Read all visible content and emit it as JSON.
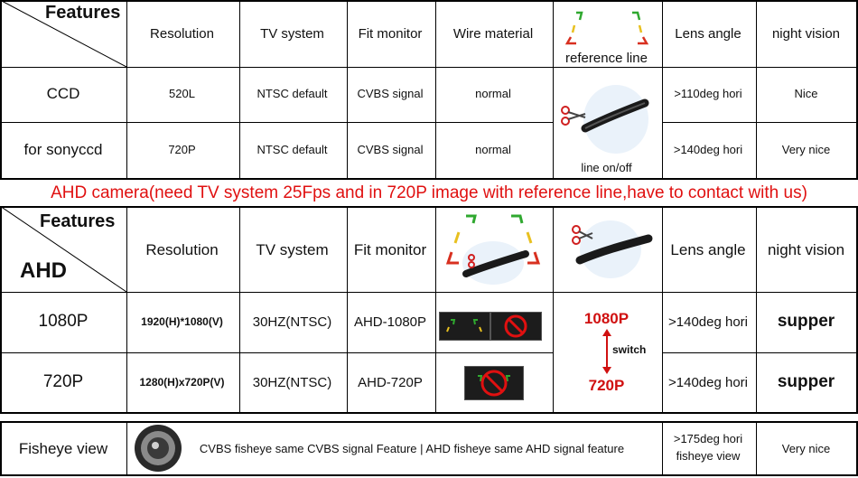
{
  "table1": {
    "features": "Features",
    "headers": [
      "Resolution",
      "TV system",
      "Fit monitor",
      "Wire material",
      "reference line",
      "Lens angle",
      "night vision"
    ],
    "rows": [
      {
        "name": "CCD",
        "resolution": "520L",
        "tv": "NTSC default",
        "monitor": "CVBS signal",
        "wire": "normal",
        "lens": ">110deg hori",
        "night": "Nice"
      },
      {
        "name": "for sonyccd",
        "resolution": "720P",
        "tv": "NTSC default",
        "monitor": "CVBS signal",
        "wire": "normal",
        "lens": ">140deg hori",
        "night": "Very nice"
      }
    ],
    "line_caption": "line on/off"
  },
  "banner": "AHD camera(need TV system 25Fps  and in 720P image with reference line,have to contact with us)",
  "table2": {
    "features": "Features",
    "ahd": "AHD",
    "headers": [
      "Resolution",
      "TV system",
      "Fit monitor",
      "Lens angle",
      "night vision"
    ],
    "rows": [
      {
        "name": "1080P",
        "resolution": "1920(H)*1080(V)",
        "tv": "30HZ(NTSC)",
        "monitor": "AHD-1080P",
        "lens": ">140deg hori",
        "night": "supper"
      },
      {
        "name": "720P",
        "resolution": "1280(H)x720P(V)",
        "tv": "30HZ(NTSC)",
        "monitor": "AHD-720P",
        "lens": ">140deg hori",
        "night": "supper"
      }
    ],
    "switch_top": "1080P",
    "switch_label": "switch",
    "switch_bottom": "720P"
  },
  "table3": {
    "name": "Fisheye view",
    "description": "CVBS fisheye same CVBS signal Feature | AHD fisheye same AHD signal feature",
    "lens_line1": ">175deg hori",
    "lens_line2": "fisheye view",
    "night": "Very nice"
  },
  "icons": [
    "reference-lines-icon",
    "scissor-cable-icon",
    "fisheye-lens-icon",
    "no-reference-line-icon"
  ],
  "colors": {
    "red_text": "#d01010",
    "line_green": "#2fa82f",
    "line_yellow": "#e8c020",
    "line_red": "#d83020"
  }
}
